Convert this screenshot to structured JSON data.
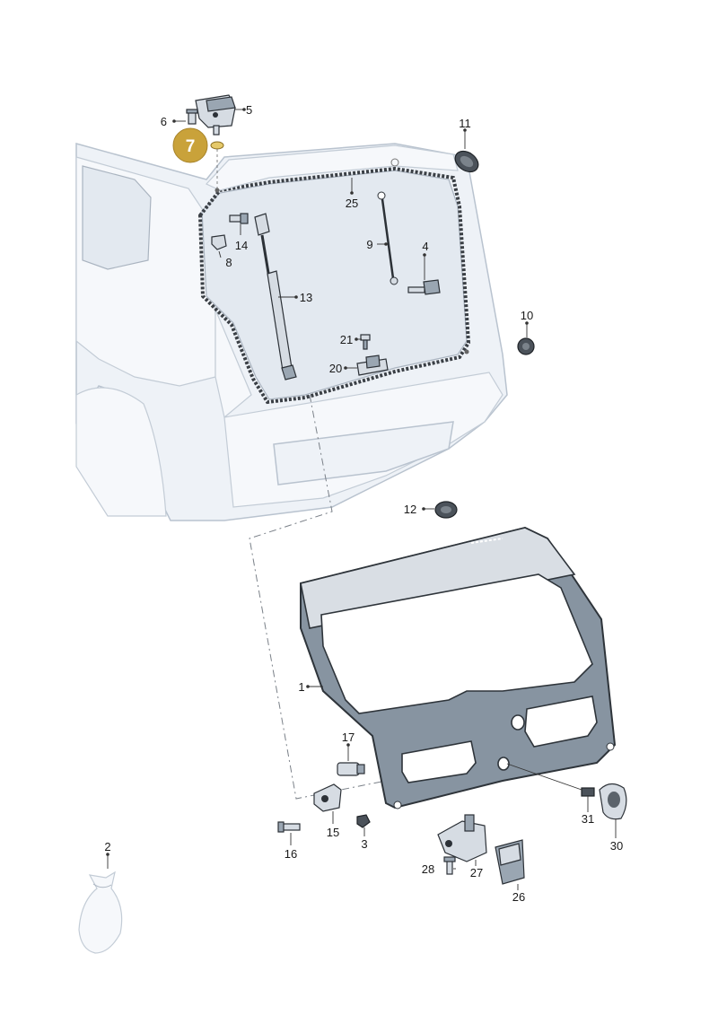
{
  "diagram": {
    "highlight_color": "#c9a23a",
    "callout": {
      "number": "7"
    },
    "labels": {
      "p1": "1",
      "p2": "2",
      "p3": "3",
      "p4": "4",
      "p5": "5",
      "p6": "6",
      "p8": "8",
      "p9": "9",
      "p10": "10",
      "p11": "11",
      "p12": "12",
      "p13": "13",
      "p14": "14",
      "p15": "15",
      "p16": "16",
      "p17": "17",
      "p20": "20",
      "p21": "21",
      "p25": "25",
      "p26": "26",
      "p27": "27",
      "p28": "28",
      "p30": "30",
      "p31": "31"
    }
  }
}
